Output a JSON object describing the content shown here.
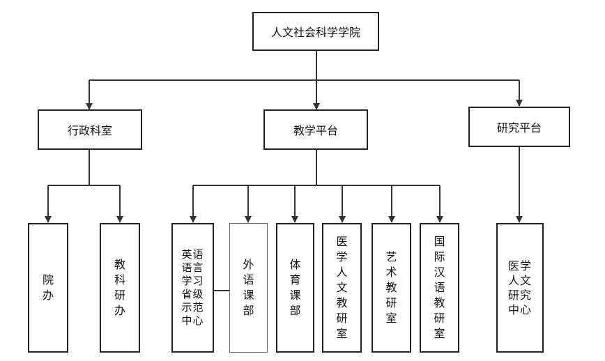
{
  "root": "人文社会科学学院",
  "level1": {
    "admin": "行政科室",
    "teaching": "教学平台",
    "research": "研究平台"
  },
  "admin_units": {
    "dean_office": "院\n办",
    "teaching_research_office": "教\n科\n研\n办"
  },
  "teaching_units": {
    "english_center": "英语\n语言\n学习\n省级\n示范\n中心",
    "foreign_language_dept": "外\n语\n课\n部",
    "pe_dept": "体\n育\n课\n部",
    "medical_humanities_room": "医\n学\n人\n文\n教\n研\n室",
    "art_room": "艺\n术\n教\n研\n室",
    "chinese_intl_room": "国\n际\n汉\n语\n教\n研\n室"
  },
  "research_units": {
    "medical_humanities_center": "医学\n人文\n研究\n中心"
  }
}
